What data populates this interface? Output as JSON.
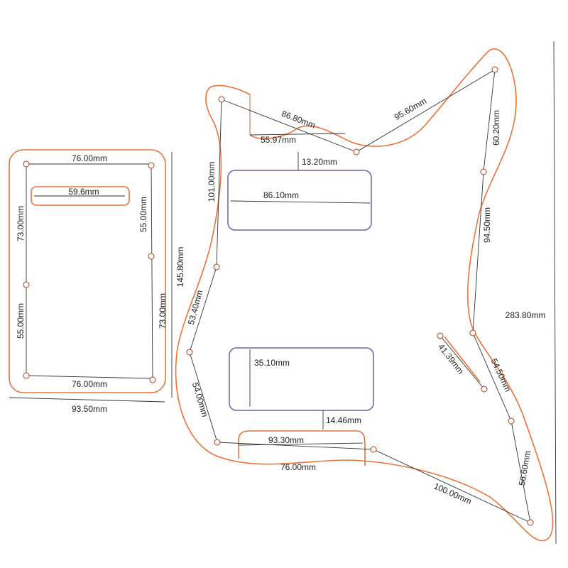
{
  "colors": {
    "outline": "#e8743b",
    "pickup": "#6b63a8",
    "dimension": "#333333",
    "background": "#ffffff"
  },
  "backplate": {
    "top_width": "76.00mm",
    "slot_width": "59.6mm",
    "left_height": "73.00mm",
    "right_height": "55.00mm",
    "right_lower_height": "73.00mm",
    "left_lower_height": "55.00mm",
    "bottom_width": "76.00mm",
    "overall_width": "93.50mm",
    "overall_height": "145.80mm"
  },
  "pickguard": {
    "top_left_diag": "86.80mm",
    "horn_cut": "55.97mm",
    "top_right_diag": "95.60mm",
    "right_upper": "60.20mm",
    "right_mid": "94.50mm",
    "left_upper": "101.00mm",
    "neck_gap": "13.20mm",
    "neck_pickup_width": "86.10mm",
    "left_mid": "53.40mm",
    "bridge_pickup_height": "35.10mm",
    "bridge_gap": "14.46mm",
    "left_lower": "54.00mm",
    "bottom_cut": "93.30mm",
    "bottom_holes": "76.00mm",
    "bottom_right_diag": "100.00mm",
    "right_lower": "54.50mm",
    "right_bottom": "56.60mm",
    "slot": "41.39mm",
    "overall_height": "283.80mm"
  }
}
